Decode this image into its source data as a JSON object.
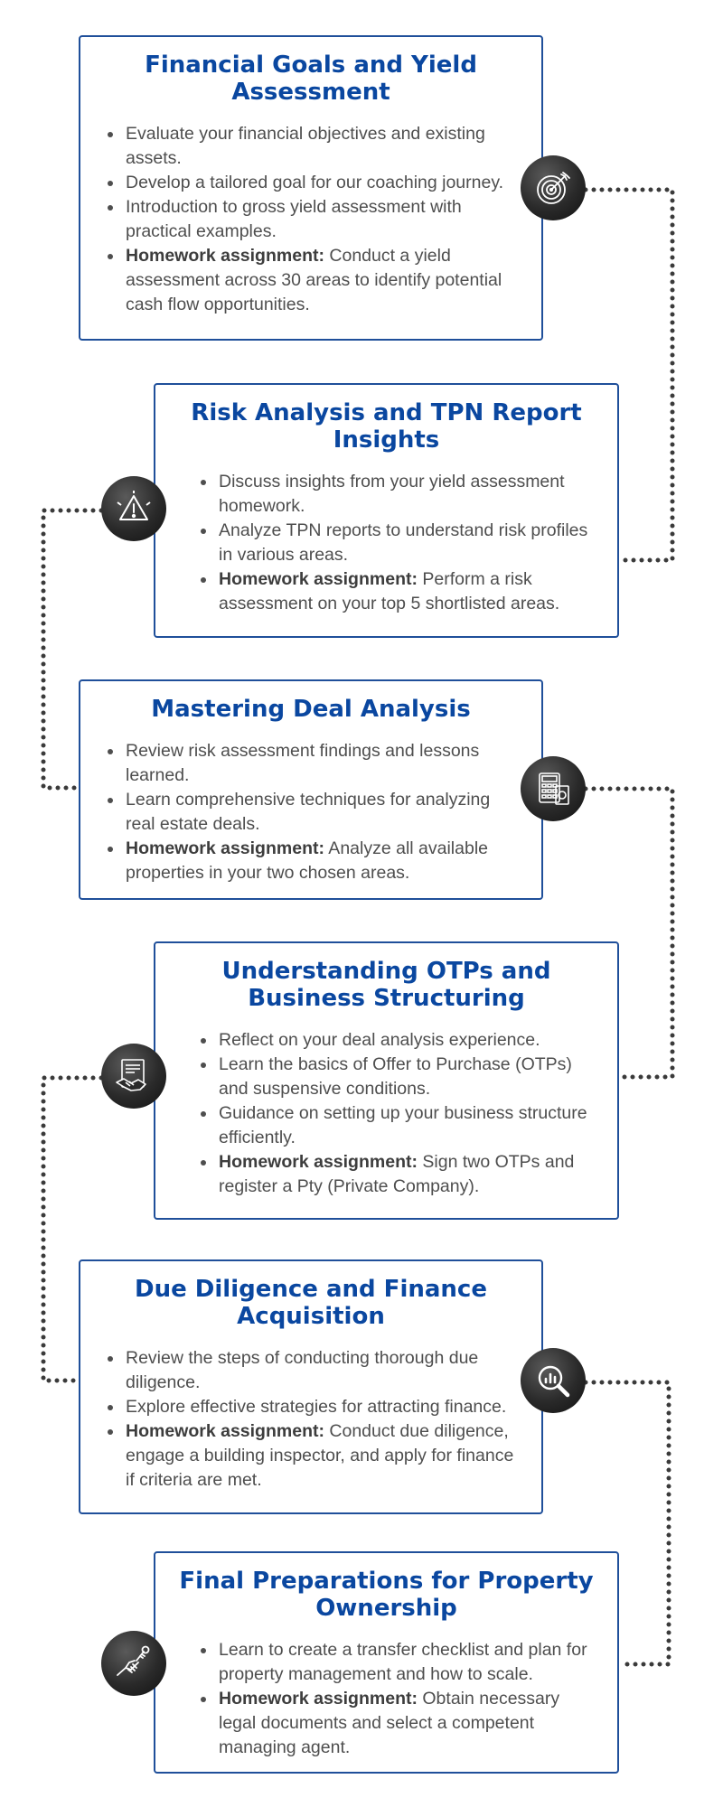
{
  "steps": [
    {
      "title": "Financial Goals and Yield Assessment",
      "bullets": [
        {
          "text": "Evaluate your financial objectives and existing assets."
        },
        {
          "text": "Develop a tailored goal for our coaching journey."
        },
        {
          "text": "Introduction to gross yield assessment with practical examples."
        },
        {
          "bold": "Homework assignment:",
          "text": " Conduct a yield assessment across 30 areas to identify potential cash flow opportunities."
        }
      ],
      "icon": "target-icon"
    },
    {
      "title": "Risk Analysis and TPN Report Insights",
      "bullets": [
        {
          "text": "Discuss insights from your yield assessment homework."
        },
        {
          "text": "Analyze TPN reports to understand risk profiles in various areas."
        },
        {
          "bold": "Homework assignment:",
          "text": " Perform a risk assessment on your top 5 shortlisted areas."
        }
      ],
      "icon": "warning-icon"
    },
    {
      "title": "Mastering Deal Analysis",
      "bullets": [
        {
          "text": "Review risk assessment findings and lessons learned."
        },
        {
          "text": "Learn comprehensive techniques for analyzing real estate deals."
        },
        {
          "bold": "Homework assignment:",
          "text": " Analyze all available properties in your two chosen areas."
        }
      ],
      "icon": "calculator-icon"
    },
    {
      "title": "Understanding OTPs and Business Structuring",
      "bullets": [
        {
          "text": "Reflect on your deal analysis experience."
        },
        {
          "text": "Learn the basics of Offer to Purchase (OTPs) and suspensive conditions."
        },
        {
          "text": "Guidance on setting up your business structure efficiently."
        },
        {
          "bold": "Homework assignment:",
          "text": " Sign two OTPs and register a Pty (Private Company)."
        }
      ],
      "icon": "contract-handshake-icon"
    },
    {
      "title": "Due Diligence and Finance Acquisition",
      "bullets": [
        {
          "text": "Review the steps of conducting thorough due diligence."
        },
        {
          "text": "Explore effective strategies for attracting finance."
        },
        {
          "bold": "Homework assignment:",
          "text": " Conduct due diligence, engage a building inspector, and apply for finance if criteria are met."
        }
      ],
      "icon": "analytics-search-icon"
    },
    {
      "title": "Final Preparations for Property Ownership",
      "bullets": [
        {
          "text": "Learn to create a transfer checklist and plan for property management and how to scale."
        },
        {
          "bold": "Homework assignment:",
          "text": " Obtain necessary legal documents and select a competent managing agent."
        }
      ],
      "icon": "key-hand-icon"
    }
  ]
}
